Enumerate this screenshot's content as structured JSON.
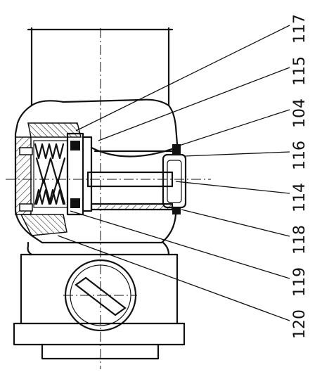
{
  "callouts": [
    {
      "id": "117",
      "label": "117"
    },
    {
      "id": "115",
      "label": "115"
    },
    {
      "id": "104",
      "label": "104"
    },
    {
      "id": "116",
      "label": "116"
    },
    {
      "id": "114",
      "label": "114"
    },
    {
      "id": "118",
      "label": "118"
    },
    {
      "id": "119",
      "label": "119"
    },
    {
      "id": "120",
      "label": "120"
    }
  ]
}
